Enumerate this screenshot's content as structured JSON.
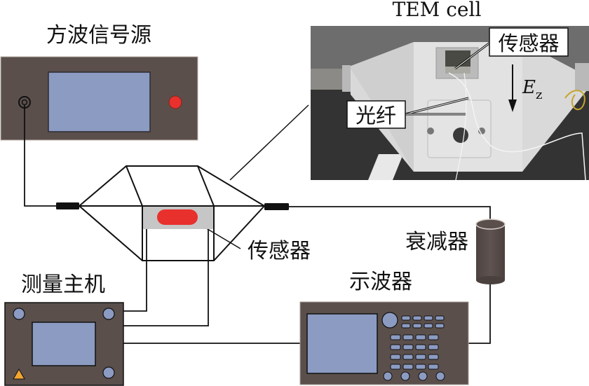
{
  "figure": {
    "labels": {
      "signal_generator": "方波信号源",
      "tem_cell": "TEM cell",
      "sensor": "传感器",
      "measurement_host": "测量主机",
      "oscilloscope": "示波器",
      "attenuator": "衰减器"
    },
    "photo": {
      "sensor_callout": "传感器",
      "fiber_callout": "光纤",
      "field_label_main": "E",
      "field_label_sub": "z"
    },
    "colors": {
      "device_body": "#5a4f4b",
      "screen": "#8b9bc2",
      "sensor_red": "#e8302c",
      "indicator_red": "#e8302c",
      "warning_triangle": "#f2a531",
      "knob_blue": "#8b9bc2",
      "gray_band": "#c6c6c6",
      "line": "#111111"
    }
  }
}
